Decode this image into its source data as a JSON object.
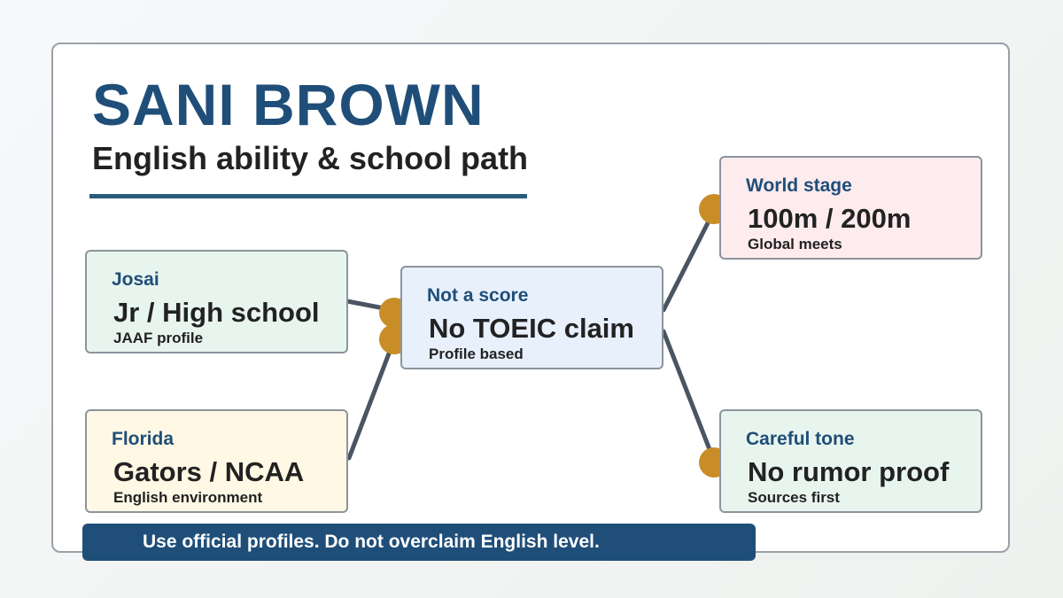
{
  "header": {
    "title": "SANI BROWN",
    "subtitle": "English ability & school path"
  },
  "nodes": {
    "josai": {
      "kicker": "Josai",
      "main": "Jr / High school",
      "sub": "JAAF profile"
    },
    "florida": {
      "kicker": "Florida",
      "main": "Gators / NCAA",
      "sub": "English environment"
    },
    "center": {
      "kicker": "Not a score",
      "main": "No TOEIC claim",
      "sub": "Profile based"
    },
    "world": {
      "kicker": "World stage",
      "main": "100m / 200m",
      "sub": "Global meets"
    },
    "careful": {
      "kicker": "Careful tone",
      "main": "No rumor proof",
      "sub": "Sources first"
    }
  },
  "footer": {
    "note": "Use official profiles. Do not overclaim English level."
  },
  "colors": {
    "accent": "#1f4e79",
    "connector": "#4a5563",
    "dot": "#c98d28",
    "green_node": "#e8f5ee",
    "yellow_node": "#fef8e4",
    "blue_node": "#e7f0fb",
    "pink_node": "#fdebee"
  }
}
